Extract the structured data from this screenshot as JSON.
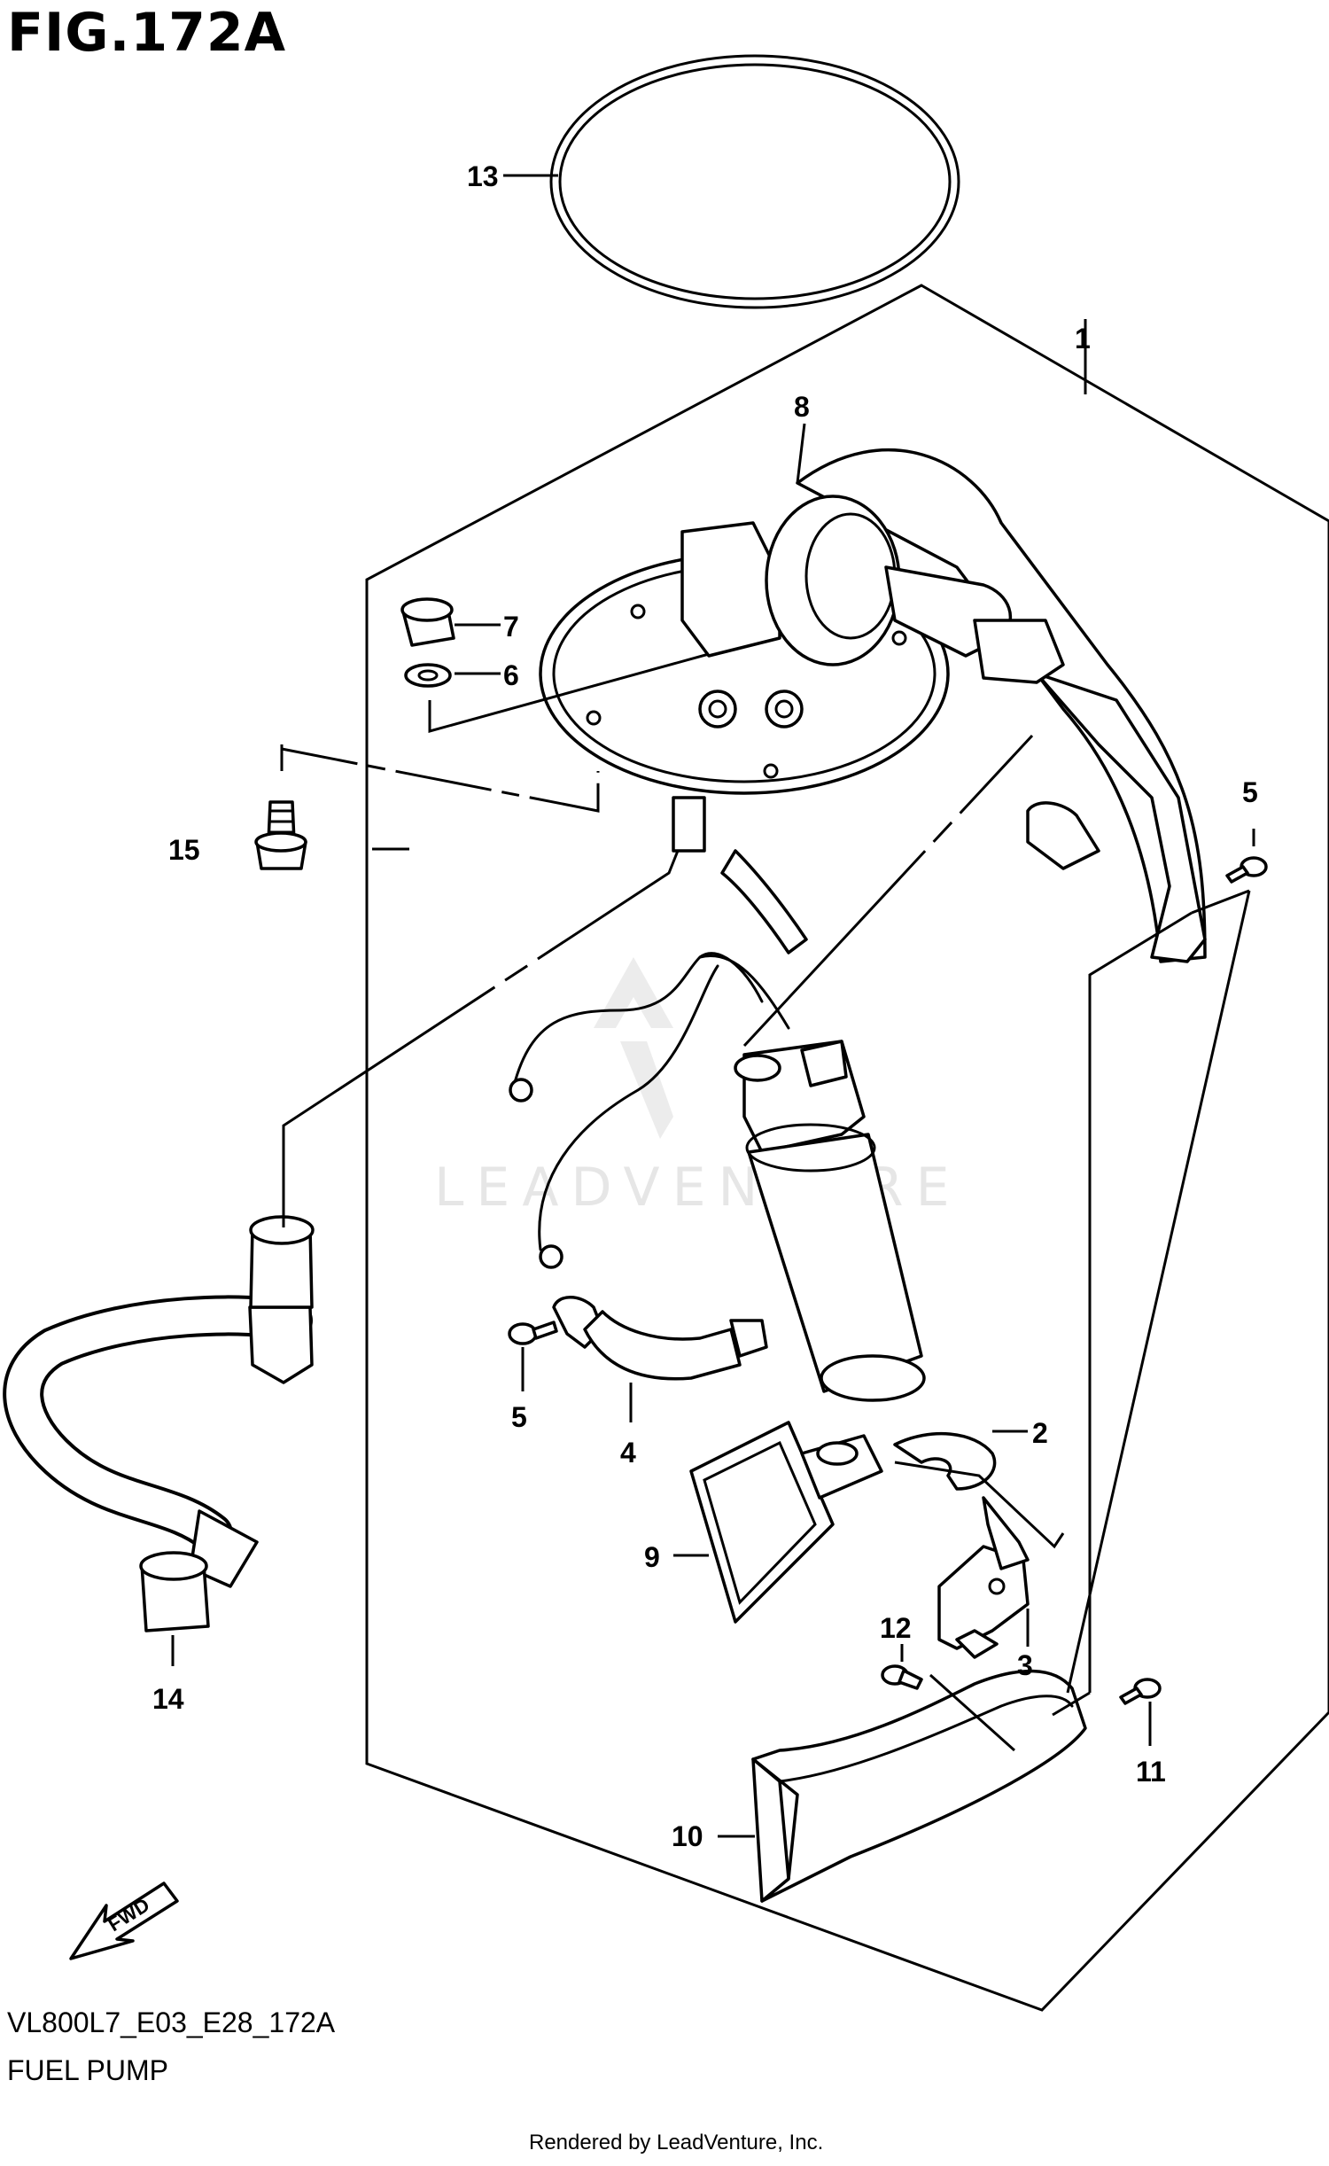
{
  "figure": {
    "title": "FIG.172A",
    "code": "VL800L7_E03_E28_172A",
    "name": "FUEL PUMP",
    "credit": "Rendered by LeadVenture, Inc.",
    "watermark": "LEADVENTURE"
  },
  "callouts": [
    {
      "id": "c1",
      "label": "1"
    },
    {
      "id": "c2",
      "label": "2"
    },
    {
      "id": "c3",
      "label": "3"
    },
    {
      "id": "c4",
      "label": "4"
    },
    {
      "id": "c5a",
      "label": "5"
    },
    {
      "id": "c5b",
      "label": "5"
    },
    {
      "id": "c6",
      "label": "6"
    },
    {
      "id": "c7",
      "label": "7"
    },
    {
      "id": "c8",
      "label": "8"
    },
    {
      "id": "c9",
      "label": "9"
    },
    {
      "id": "c10",
      "label": "10"
    },
    {
      "id": "c11",
      "label": "11"
    },
    {
      "id": "c12",
      "label": "12"
    },
    {
      "id": "c13",
      "label": "13"
    },
    {
      "id": "c14",
      "label": "14"
    },
    {
      "id": "c15",
      "label": "15"
    }
  ],
  "direction_marker": {
    "label": "FWD",
    "icon": "fwd-arrow-icon"
  },
  "colors": {
    "line": "#000000",
    "background": "#ffffff",
    "watermark": "#e6e6e6"
  }
}
